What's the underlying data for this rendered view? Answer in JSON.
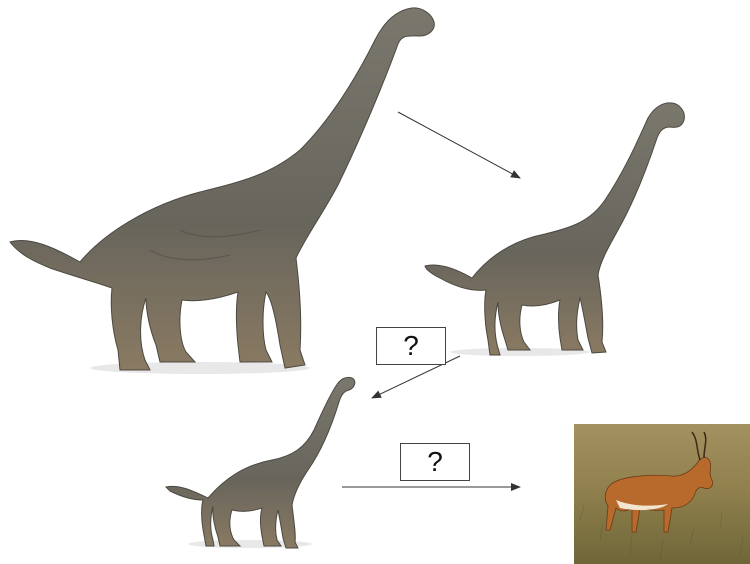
{
  "question_boxes": [
    {
      "label": "?"
    },
    {
      "label": "?"
    }
  ],
  "figures": [
    {
      "name": "large-sauropod-figure"
    },
    {
      "name": "medium-sauropod-figure"
    },
    {
      "name": "small-sauropod-figure"
    },
    {
      "name": "antelope-photo"
    }
  ],
  "colors": {
    "dino_body": "#6f6c63",
    "dino_shadow": "#4b4942",
    "dino_belly": "#8a7a62",
    "arrow": "#333333",
    "grass": "#9b8a55",
    "antelope": "#b86a2c"
  }
}
